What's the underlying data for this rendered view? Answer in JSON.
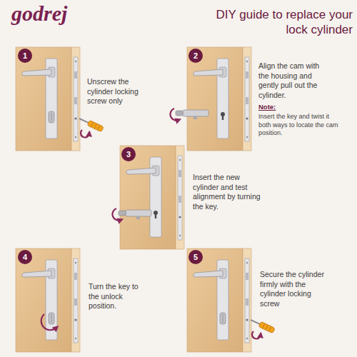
{
  "diagram": {
    "title": "DIY guide to replace your lock cylinder",
    "nodes": [
      {
        "text": [
          "1"
        ]
      },
      {
        "text": [
          "2"
        ]
      },
      {
        "text": [
          "3"
        ]
      },
      {
        "text": [
          "4"
        ]
      },
      {
        "text": [
          "5"
        ]
      }
    ],
    "labels": [
      "godrej",
      "Unscrew the cylinder locking screw only",
      "Align the cam with the housing and gently pull out the cylinder.",
      "Note:",
      "Insert the key and twist it both ways to locate the cam position.",
      "Insert the new cylinder and test alignment by turning the key.",
      "Turn the key to the unlock position.",
      "Secure the cylinder firmly with the cylinder locking screw"
    ]
  }
}
